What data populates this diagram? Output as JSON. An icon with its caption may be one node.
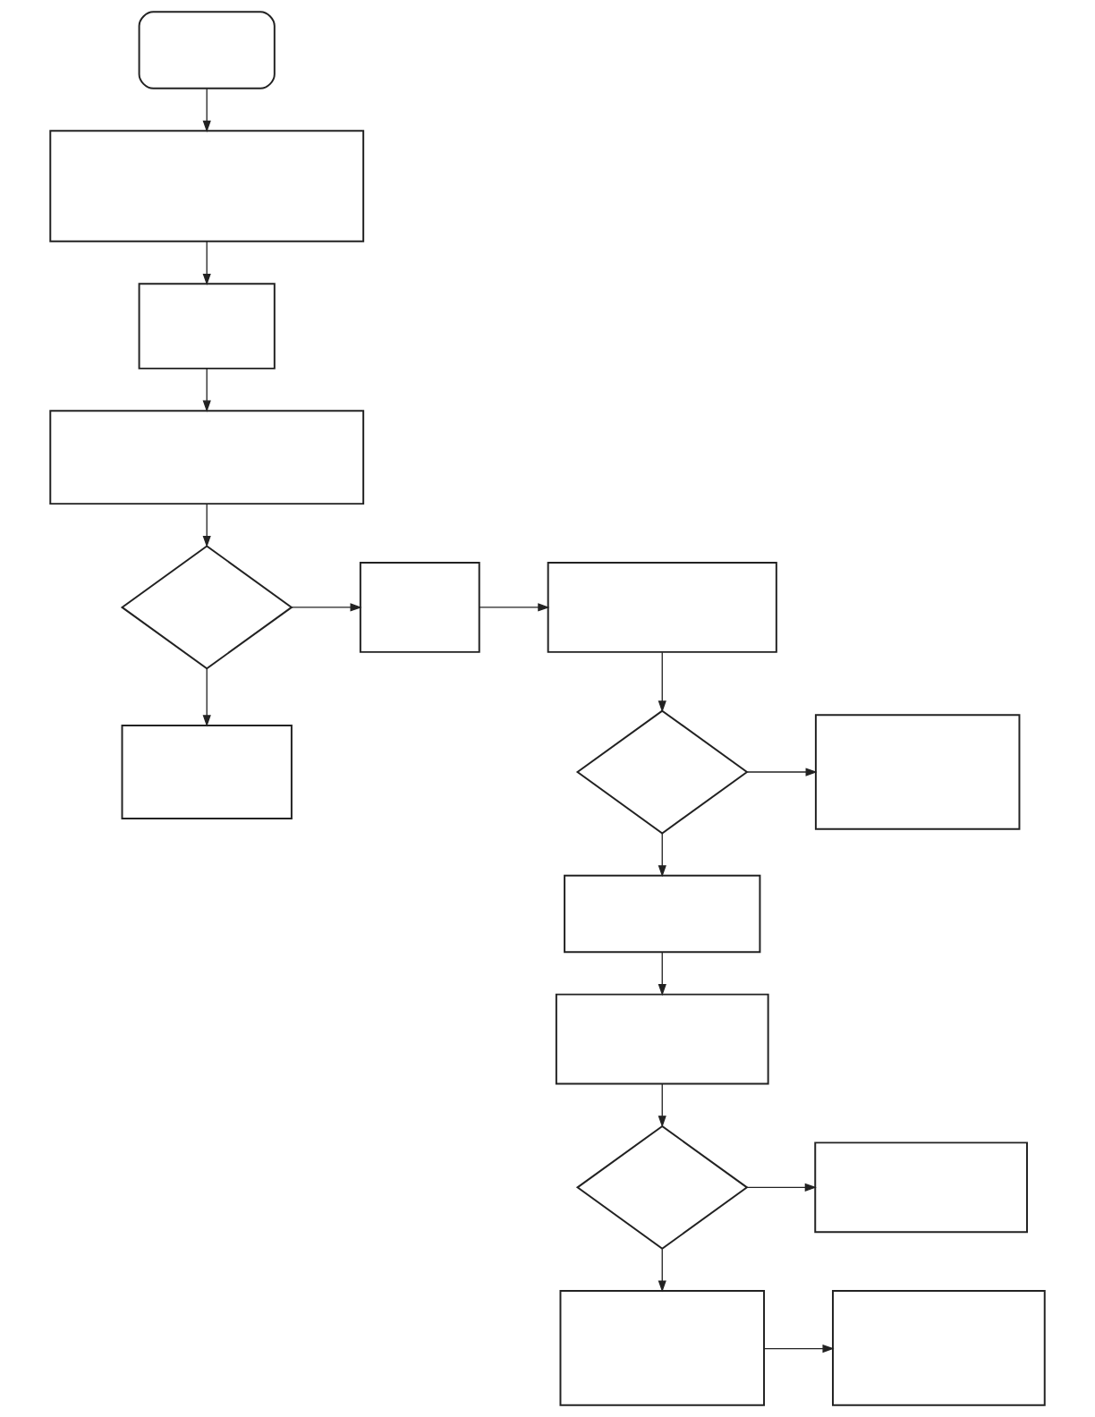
{
  "diagram": {
    "nodes": [
      {
        "text": [],
        "shape": "box"
      },
      {
        "text": [],
        "shape": "box"
      },
      {
        "text": [],
        "shape": "box"
      },
      {
        "text": [],
        "shape": "box"
      },
      {
        "text": [],
        "shape": "diamond"
      },
      {
        "text": [],
        "shape": "box"
      },
      {
        "text": [],
        "shape": "box"
      },
      {
        "text": [],
        "shape": "box"
      },
      {
        "text": [],
        "shape": "diamond"
      },
      {
        "text": [],
        "shape": "box"
      },
      {
        "text": [],
        "shape": "box"
      },
      {
        "text": [],
        "shape": "box"
      },
      {
        "text": [],
        "shape": "diamond"
      },
      {
        "text": [],
        "shape": "box"
      },
      {
        "text": [],
        "shape": "box"
      },
      {
        "text": [],
        "shape": "box"
      }
    ],
    "edges": [
      {
        "from": 0,
        "to": 1,
        "arrow": "to"
      },
      {
        "from": 1,
        "to": 2,
        "arrow": "to"
      },
      {
        "from": 2,
        "to": 3,
        "arrow": "to"
      },
      {
        "from": 3,
        "to": 4,
        "arrow": "to"
      },
      {
        "from": 4,
        "to": 5,
        "arrow": "to"
      },
      {
        "from": 5,
        "to": 6,
        "arrow": "to"
      },
      {
        "from": 4,
        "to": 7,
        "arrow": "to"
      },
      {
        "from": 6,
        "to": 8,
        "arrow": "to"
      },
      {
        "from": 8,
        "to": 9,
        "arrow": "to"
      },
      {
        "from": 8,
        "to": 10,
        "arrow": "to"
      },
      {
        "from": 10,
        "to": 11,
        "arrow": "to"
      },
      {
        "from": 11,
        "to": 12,
        "arrow": "to"
      },
      {
        "from": 12,
        "to": 13,
        "arrow": "to"
      },
      {
        "from": 12,
        "to": 14,
        "arrow": "to"
      },
      {
        "from": 14,
        "to": 15,
        "arrow": "to"
      }
    ]
  }
}
